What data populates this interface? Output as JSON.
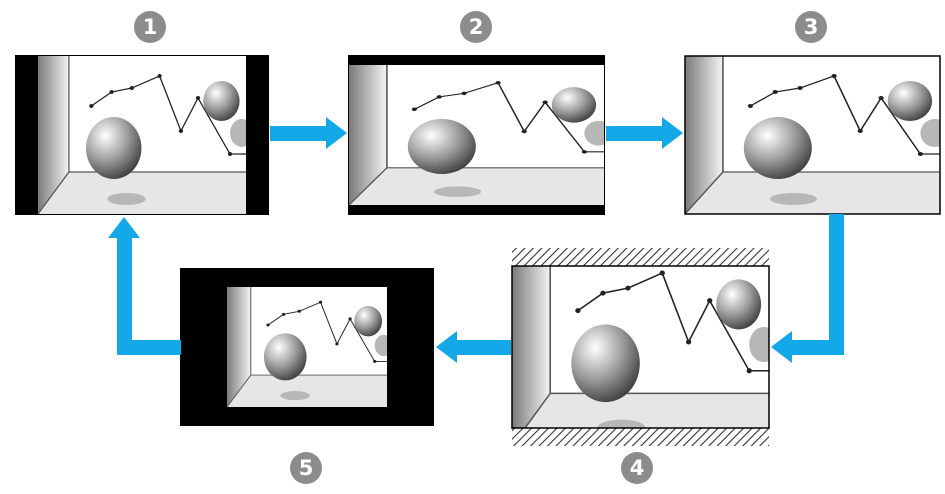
{
  "steps": [
    {
      "number": "1",
      "description": "narrow-image-pillarbox-frame"
    },
    {
      "number": "2",
      "description": "wide-image-letterbox-frame"
    },
    {
      "number": "3",
      "description": "full-frame"
    },
    {
      "number": "4",
      "description": "overscan-cropped-frame"
    },
    {
      "number": "5",
      "description": "reduced-window-frame"
    }
  ],
  "colors": {
    "arrow": "#13a9e8",
    "badge": "#8c8c8c",
    "border": "#000000",
    "sphere_shadow": "#b7b7b7",
    "floor": "#e6e6e6"
  },
  "icons": {
    "arrow": "arrow-icon",
    "sphere": "sphere-icon",
    "line_graph": "line-graph-icon"
  }
}
